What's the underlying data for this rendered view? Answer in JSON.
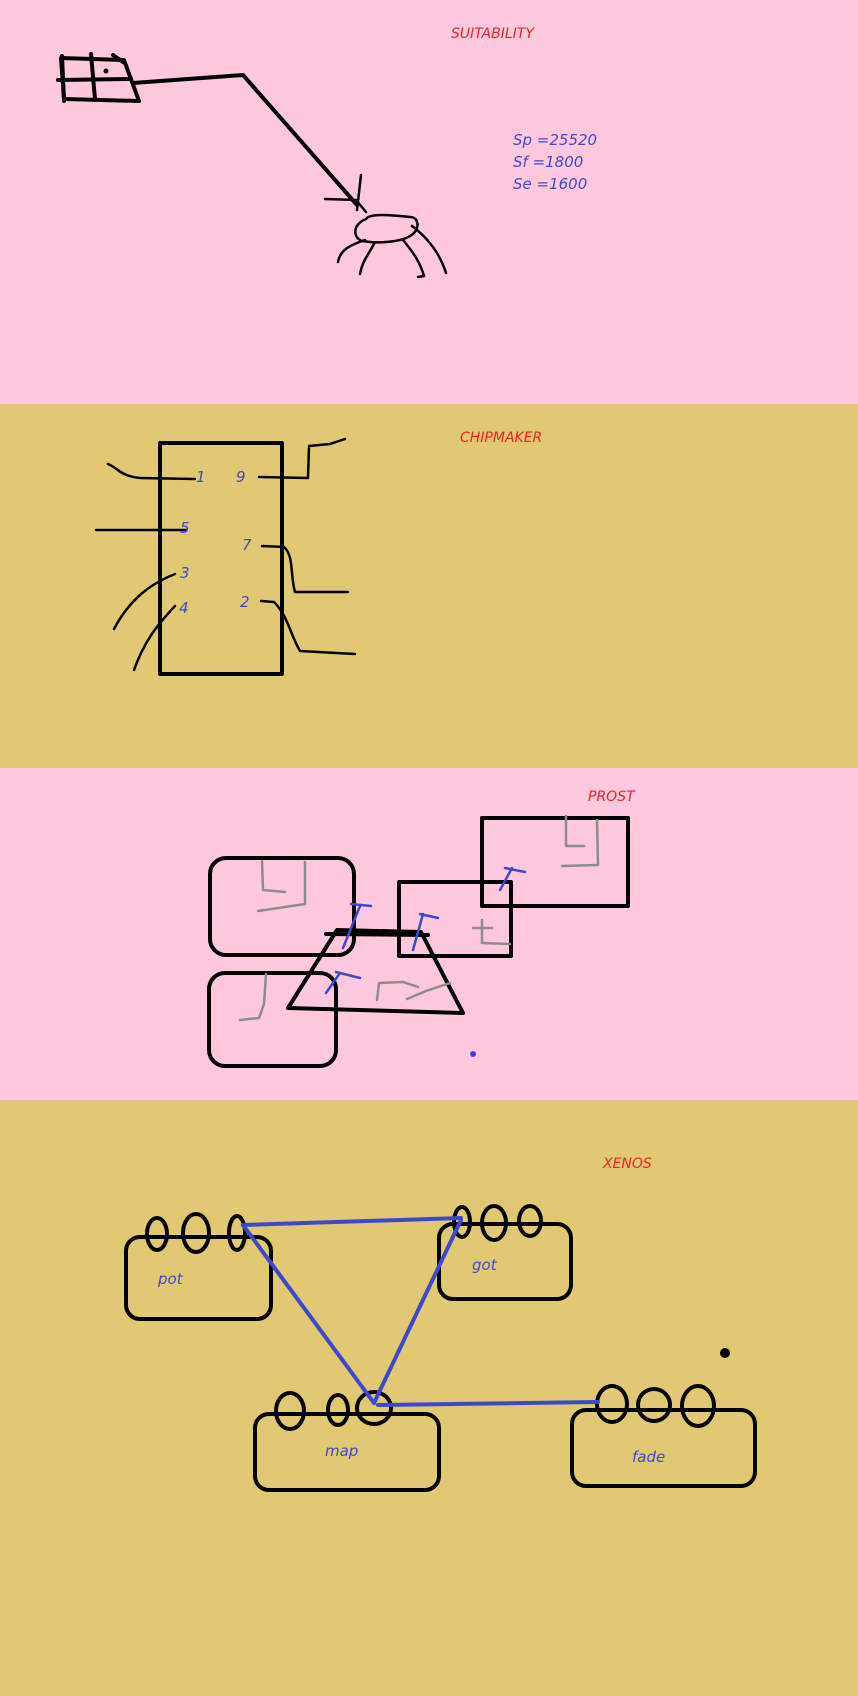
{
  "colors": {
    "pink_panel": "#ffc8dc",
    "tan_panel": "#e0c972",
    "title_red": "#e8262a",
    "label_blue": "#3f48cc",
    "ink": "#000000",
    "gray_ink": "#8c8c8c"
  },
  "suitability": {
    "title": "SUITABILITY",
    "stats": [
      "Sp =25520",
      "Sf =1800",
      "Se =1600"
    ]
  },
  "chipmaker": {
    "title": "CHIPMAKER",
    "pins": [
      "1",
      "9",
      "5",
      "7",
      "3",
      "2",
      "4"
    ]
  },
  "prost": {
    "title": "PROST"
  },
  "xenos": {
    "title": "XENOS",
    "nodes": [
      "pot",
      "got",
      "map",
      "fade"
    ]
  }
}
